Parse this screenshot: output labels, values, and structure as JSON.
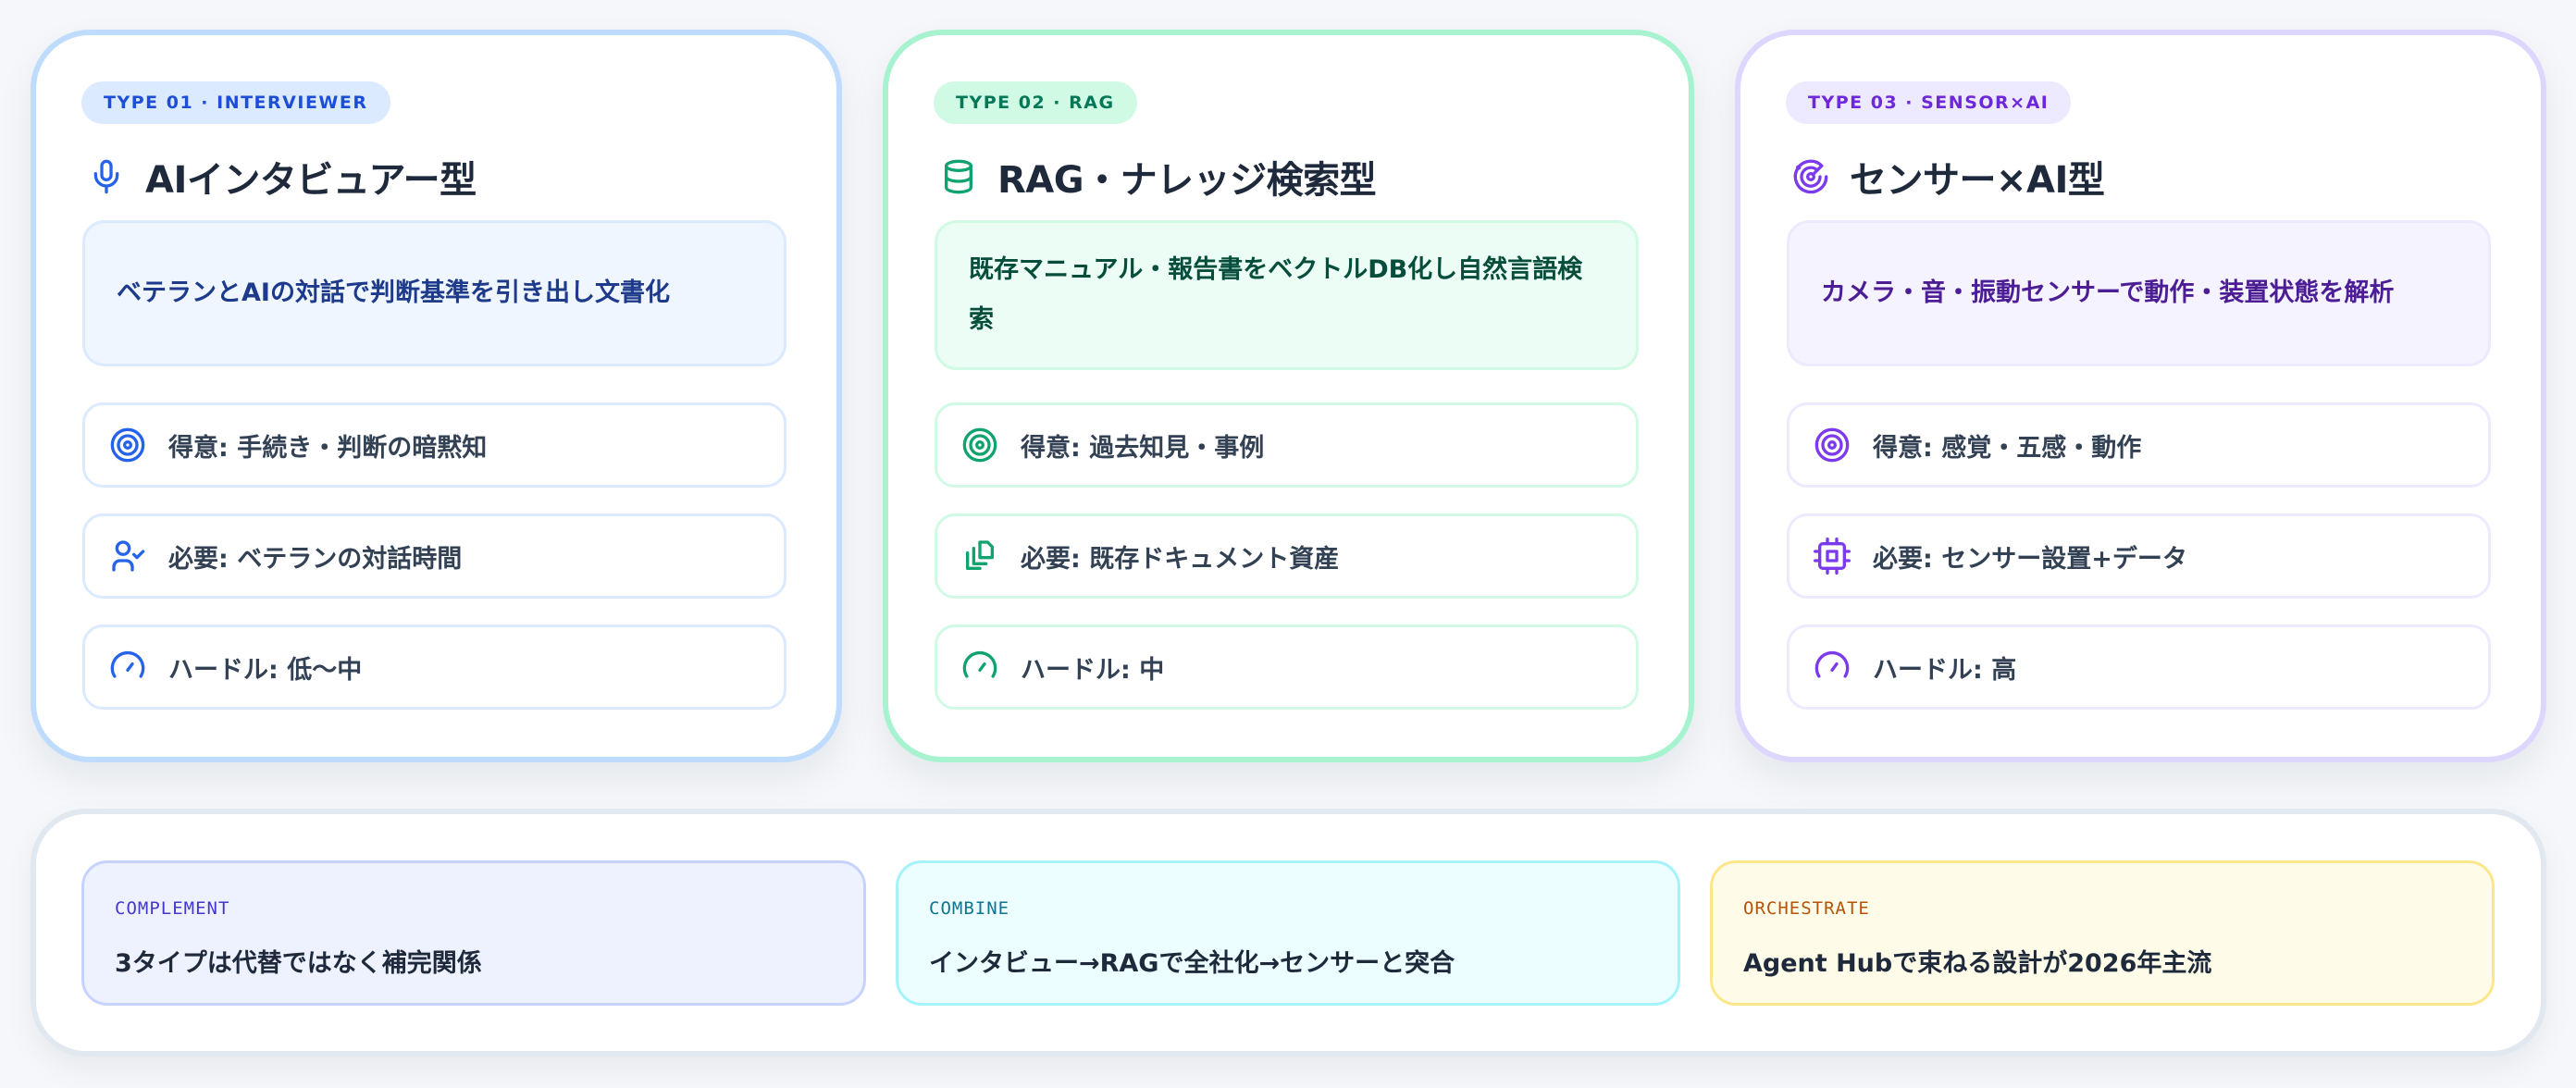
{
  "cards": [
    {
      "badge": "TYPE 01 · INTERVIEWER",
      "icon": "microphone-icon",
      "title": "AIインタビュアー型",
      "description": "ベテランとAIの対話で判断基準を引き出し文書化",
      "rows": [
        {
          "icon": "target-icon",
          "text": "得意: 手続き・判断の暗黙知"
        },
        {
          "icon": "user-check-icon",
          "text": "必要: ベテランの対話時間"
        },
        {
          "icon": "gauge-icon",
          "text": "ハードル: 低〜中"
        }
      ],
      "accent": "#2563eb"
    },
    {
      "badge": "TYPE 02 · RAG",
      "icon": "database-icon",
      "title": "RAG・ナレッジ検索型",
      "description": "既存マニュアル・報告書をベクトルDB化し自然言語検索",
      "rows": [
        {
          "icon": "target-icon",
          "text": "得意: 過去知見・事例"
        },
        {
          "icon": "files-icon",
          "text": "必要: 既存ドキュメント資産"
        },
        {
          "icon": "gauge-icon",
          "text": "ハードル: 中"
        }
      ],
      "accent": "#10a36f"
    },
    {
      "badge": "TYPE 03 · SENSOR×AI",
      "icon": "radar-icon",
      "title": "センサー×AI型",
      "description": "カメラ・音・振動センサーで動作・装置状態を解析",
      "rows": [
        {
          "icon": "target-icon",
          "text": "得意: 感覚・五感・動作"
        },
        {
          "icon": "chip-icon",
          "text": "必要: センサー設置+データ"
        },
        {
          "icon": "gauge-icon",
          "text": "ハードル: 高"
        }
      ],
      "accent": "#7c3aed"
    }
  ],
  "notes": [
    {
      "label": "COMPLEMENT",
      "text": "3タイプは代替ではなく補完関係",
      "accent": "#4338ca"
    },
    {
      "label": "COMBINE",
      "text": "インタビュー→RAGで全社化→センサーと突合",
      "accent": "#0e7490"
    },
    {
      "label": "ORCHESTRATE",
      "text": "Agent Hubで束ねる設計が2026年主流",
      "accent": "#b45309"
    }
  ]
}
